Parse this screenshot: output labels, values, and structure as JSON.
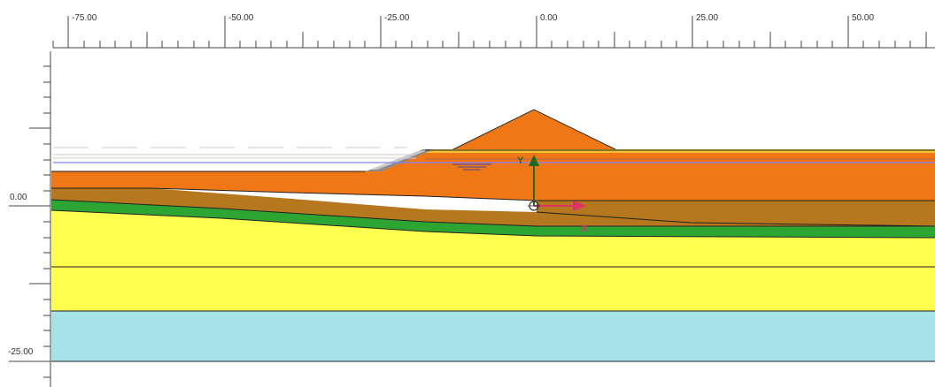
{
  "top_ruler": {
    "labels": [
      "-75.00",
      "-50.00",
      "-25.00",
      "0.00",
      "25.00",
      "50.00"
    ]
  },
  "left_ruler": {
    "labels": [
      "0.00",
      "-25.00"
    ]
  },
  "origin_axes": {
    "x_label": "X",
    "y_label": "Y"
  },
  "colors": {
    "embankment": "#EF7715",
    "clay_brown": "#B5781E",
    "green_layer": "#2DA532",
    "sand_yellow": "#FFFF4F",
    "water_blue": "#A6E2E8",
    "phreatic_line": "#8080FF",
    "outline": "#222222",
    "x_axis": "#DD3366",
    "y_axis": "#1D6B1D"
  },
  "icons": [
    "water-level-icon",
    "origin-icon"
  ]
}
